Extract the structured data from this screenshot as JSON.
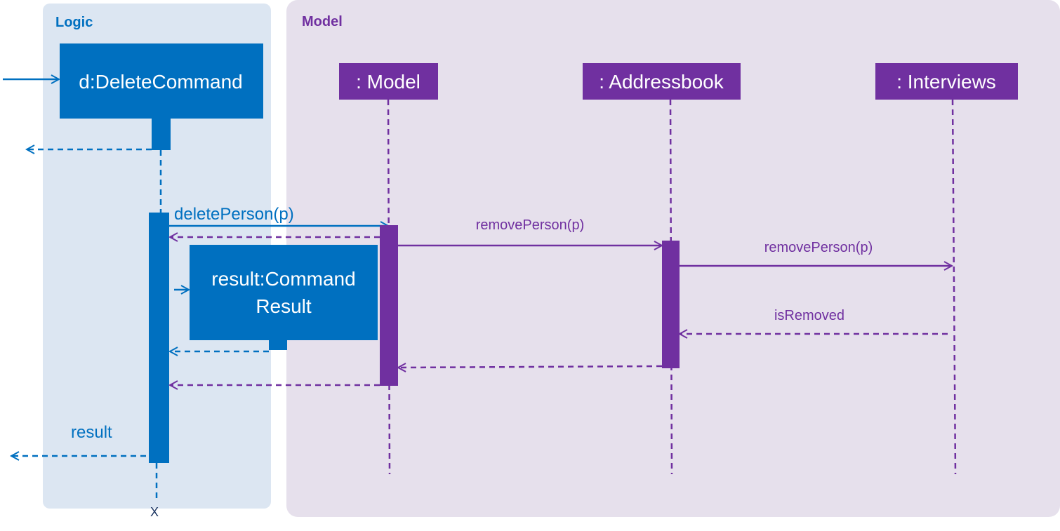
{
  "colors": {
    "logic_group_bg": "#dce6f2",
    "model_group_bg": "#e6e0ec",
    "logic_accent": "#0070c0",
    "model_accent": "#7030a0",
    "logic_title": "#0070c0",
    "model_title": "#7030a0"
  },
  "groups": {
    "logic": {
      "title": "Logic"
    },
    "model": {
      "title": "Model"
    }
  },
  "participants": {
    "delete_command": "d:DeleteCommand",
    "model": ": Model",
    "addressbook": ": Addressbook",
    "interviews": ": Interviews",
    "command_result_line1": "result:Command",
    "command_result_line2": "Result"
  },
  "messages": {
    "delete_person": "deletePerson(p)",
    "remove_person_model": "removePerson(p)",
    "remove_person_addressbook": "removePerson(p)",
    "is_removed": "isRemoved",
    "result": "result"
  },
  "destroy_marker": "X"
}
